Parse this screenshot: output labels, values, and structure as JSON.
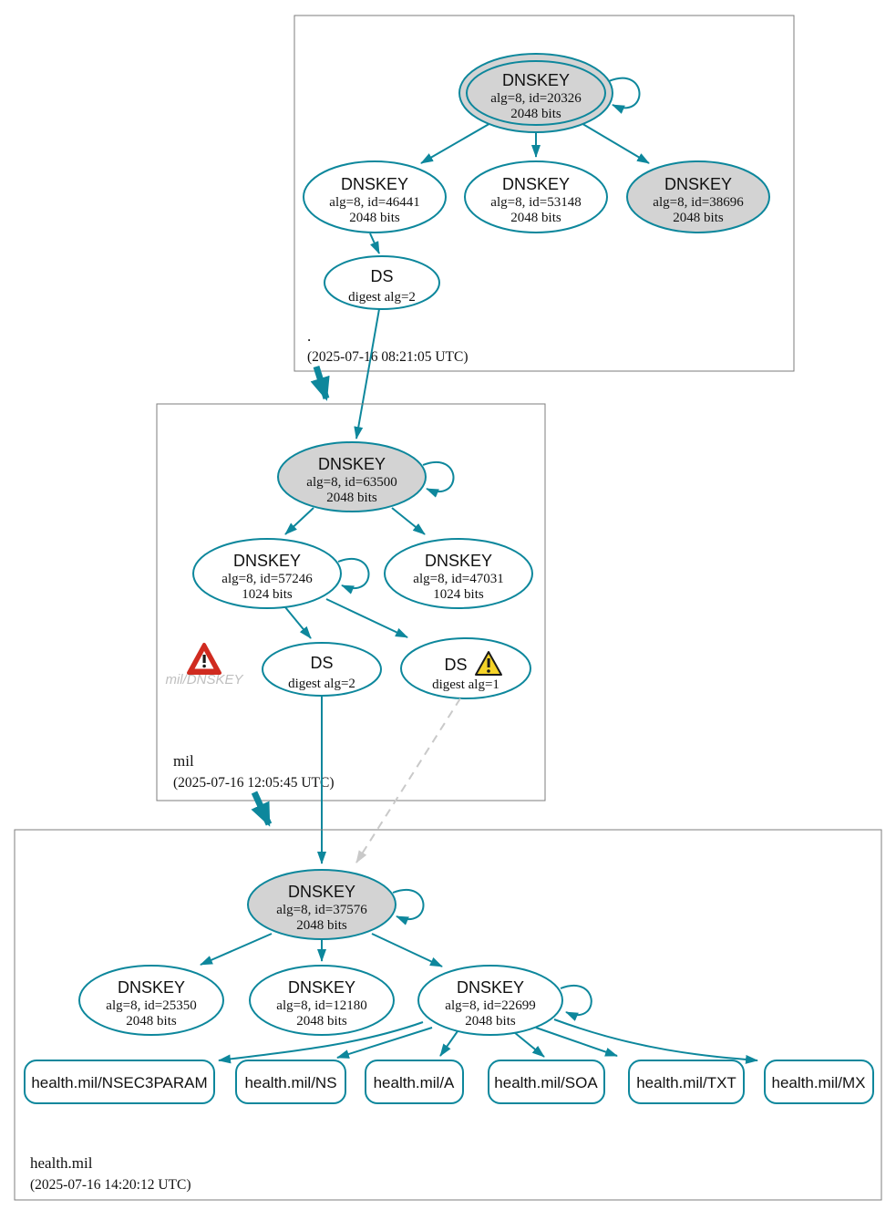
{
  "colors": {
    "edge_teal": "#0d879c",
    "ksk_fill": "#d3d3d3",
    "node_fill": "#ffffff",
    "box_border": "#7d7d7d",
    "warning_yellow": "#f5d328",
    "error_red": "#d02b20",
    "dashed_gray": "#c9c9c9",
    "muted_label_gray": "#bfbfbf"
  },
  "zones": {
    "root": {
      "label": ".",
      "timestamp": "(2025-07-16 08:21:05 UTC)",
      "ksk": {
        "title": "DNSKEY",
        "detail": "alg=8, id=20326",
        "bits": "2048 bits"
      },
      "zsk_left": {
        "title": "DNSKEY",
        "detail": "alg=8, id=46441",
        "bits": "2048 bits"
      },
      "zsk_mid": {
        "title": "DNSKEY",
        "detail": "alg=8, id=53148",
        "bits": "2048 bits"
      },
      "key_right": {
        "title": "DNSKEY",
        "detail": "alg=8, id=38696",
        "bits": "2048 bits"
      },
      "ds": {
        "title": "DS",
        "detail": "digest alg=2"
      }
    },
    "mil": {
      "label": "mil",
      "timestamp": "(2025-07-16 12:05:45 UTC)",
      "ksk": {
        "title": "DNSKEY",
        "detail": "alg=8, id=63500",
        "bits": "2048 bits"
      },
      "zsk_left": {
        "title": "DNSKEY",
        "detail": "alg=8, id=57246",
        "bits": "1024 bits"
      },
      "zsk_right": {
        "title": "DNSKEY",
        "detail": "alg=8, id=47031",
        "bits": "1024 bits"
      },
      "ds2": {
        "title": "DS",
        "detail": "digest alg=2"
      },
      "ds1": {
        "title": "DS",
        "detail": "digest alg=1"
      },
      "error_label": "mil/DNSKEY"
    },
    "health": {
      "label": "health.mil",
      "timestamp": "(2025-07-16 14:20:12 UTC)",
      "ksk": {
        "title": "DNSKEY",
        "detail": "alg=8, id=37576",
        "bits": "2048 bits"
      },
      "zsk_left": {
        "title": "DNSKEY",
        "detail": "alg=8, id=25350",
        "bits": "2048 bits"
      },
      "zsk_mid": {
        "title": "DNSKEY",
        "detail": "alg=8, id=12180",
        "bits": "2048 bits"
      },
      "zsk_right": {
        "title": "DNSKEY",
        "detail": "alg=8, id=22699",
        "bits": "2048 bits"
      },
      "rrsets": {
        "nsec3param": "health.mil/NSEC3PARAM",
        "ns": "health.mil/NS",
        "a": "health.mil/A",
        "soa": "health.mil/SOA",
        "txt": "health.mil/TXT",
        "mx": "health.mil/MX"
      }
    }
  }
}
